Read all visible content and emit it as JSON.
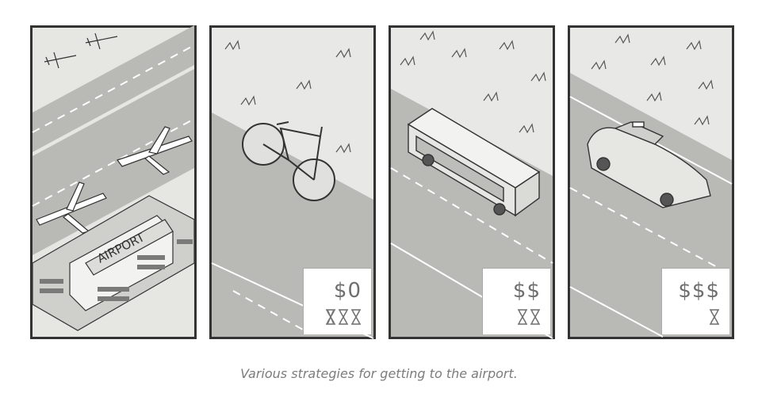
{
  "panels": [
    {
      "id": "airport",
      "sign_text": "AIRPORT"
    },
    {
      "id": "bicycle",
      "cost": "$0",
      "time_units": 3
    },
    {
      "id": "bus",
      "cost": "$$",
      "time_units": 2
    },
    {
      "id": "taxi",
      "cost": "$$$",
      "time_units": 1
    }
  ],
  "caption": "Various strategies for getting to the airport.",
  "colors": {
    "road": "#b9b9b5",
    "ground": "#e8e8e6",
    "outline": "#333333",
    "text": "#6f6f6f"
  }
}
